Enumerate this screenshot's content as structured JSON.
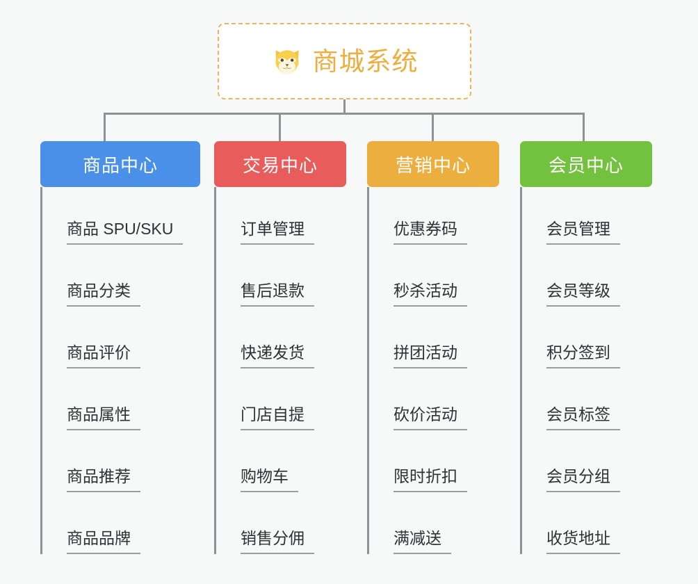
{
  "diagram": {
    "title": "商城系统",
    "background_color": "#f7f8f8",
    "line_color": "#8f9194",
    "root": {
      "label": "商城系统",
      "icon": "shiba-dog-icon",
      "text_color": "#edae40",
      "border_color": "#edb55b",
      "background_color": "#ffffff"
    },
    "categories": [
      {
        "label": "商品中心",
        "color": "#4a90e8",
        "items": [
          {
            "label": "商品 SPU/SKU"
          },
          {
            "label": "商品分类"
          },
          {
            "label": "商品评价"
          },
          {
            "label": "商品属性"
          },
          {
            "label": "商品推荐"
          },
          {
            "label": "商品品牌"
          }
        ]
      },
      {
        "label": "交易中心",
        "color": "#e85c5c",
        "items": [
          {
            "label": "订单管理"
          },
          {
            "label": "售后退款"
          },
          {
            "label": "快递发货"
          },
          {
            "label": "门店自提"
          },
          {
            "label": "购物车"
          },
          {
            "label": "销售分佣"
          }
        ]
      },
      {
        "label": "营销中心",
        "color": "#edae40",
        "items": [
          {
            "label": "优惠券码"
          },
          {
            "label": "秒杀活动"
          },
          {
            "label": "拼团活动"
          },
          {
            "label": "砍价活动"
          },
          {
            "label": "限时折扣"
          },
          {
            "label": "满减送"
          }
        ]
      },
      {
        "label": "会员中心",
        "color": "#72c13f",
        "items": [
          {
            "label": "会员管理"
          },
          {
            "label": "会员等级"
          },
          {
            "label": "积分签到"
          },
          {
            "label": "会员标签"
          },
          {
            "label": "会员分组"
          },
          {
            "label": "收货地址"
          }
        ]
      }
    ]
  }
}
